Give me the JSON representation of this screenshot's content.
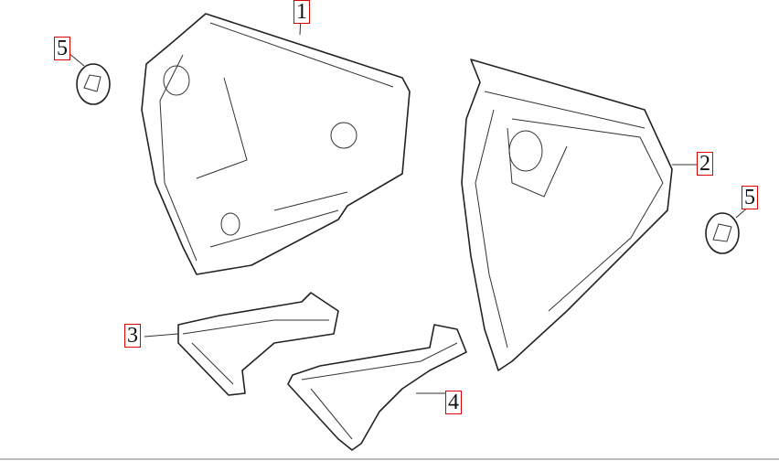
{
  "diagram": {
    "callouts": [
      {
        "id": "callout-1",
        "label": "1"
      },
      {
        "id": "callout-5-left",
        "label": "5"
      },
      {
        "id": "callout-2",
        "label": "2"
      },
      {
        "id": "callout-5-right",
        "label": "5"
      },
      {
        "id": "callout-3",
        "label": "3"
      },
      {
        "id": "callout-4",
        "label": "4"
      }
    ],
    "callout_color": "#dd0000"
  }
}
